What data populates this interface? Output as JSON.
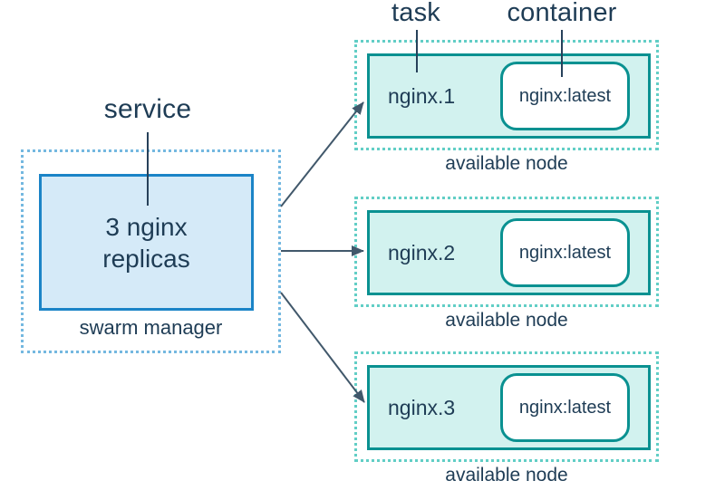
{
  "diagram": {
    "labels": {
      "service": "service",
      "task": "task",
      "container": "container"
    },
    "manager": {
      "service_text": "3 nginx\nreplicas",
      "caption": "swarm manager"
    },
    "nodes": [
      {
        "task_name": "nginx.1",
        "container_image": "nginx:latest",
        "caption": "available node"
      },
      {
        "task_name": "nginx.2",
        "container_image": "nginx:latest",
        "caption": "available node"
      },
      {
        "task_name": "nginx.3",
        "container_image": "nginx:latest",
        "caption": "available node"
      }
    ]
  },
  "colors": {
    "text-navy": "#1e3c55",
    "blue-border": "#1b84c7",
    "blue-fill": "#d5eaf8",
    "blue-dotted": "#74b8e0",
    "teal-border": "#0a9191",
    "teal-fill": "#d2f2ef",
    "teal-dotted": "#62cec6",
    "arrow": "#41586b",
    "pointer-line": "#27415a"
  }
}
